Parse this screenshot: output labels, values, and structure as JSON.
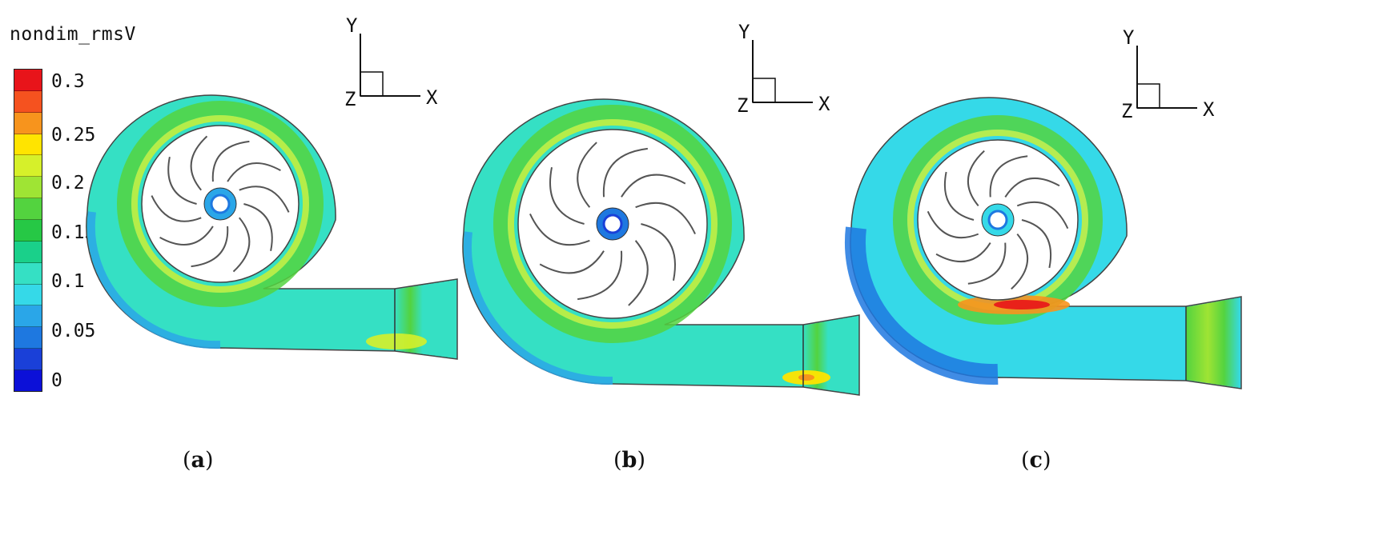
{
  "legend": {
    "title": "nondim_rmsV",
    "ticks": [
      "0.3",
      "0.25",
      "0.2",
      "0.15",
      "0.1",
      "0.05",
      "0"
    ],
    "colors": [
      "#e8141a",
      "#f5521f",
      "#f7941d",
      "#ffe400",
      "#d6f02a",
      "#9fe434",
      "#53d33f",
      "#26c845",
      "#1ad08a",
      "#35e0c4",
      "#35d9e8",
      "#2aa6e8",
      "#1e78e0",
      "#1a40d8",
      "#0c10d8"
    ]
  },
  "axes_label": {
    "y": "Y",
    "x": "X",
    "z": "Z"
  },
  "panels": [
    {
      "letter": "a"
    },
    {
      "letter": "b"
    },
    {
      "letter": "c"
    }
  ]
}
